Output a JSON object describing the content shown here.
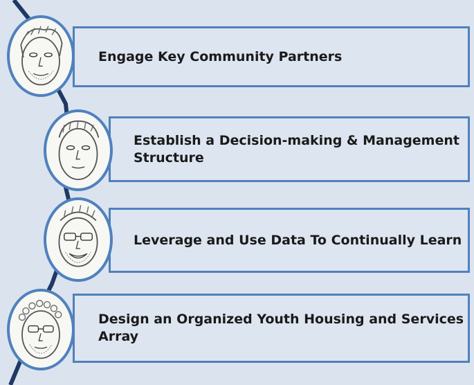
{
  "steps": [
    {
      "label": "Engage Key Community Partners",
      "icon": "portrait-sketch-icon"
    },
    {
      "label": "Establish a Decision-making & Management Structure",
      "icon": "portrait-sketch-icon"
    },
    {
      "label": "Leverage and Use Data To Continually Learn",
      "icon": "portrait-sketch-icon"
    },
    {
      "label": "Design an Organized Youth Housing and Services Array",
      "icon": "portrait-sketch-icon"
    }
  ],
  "colors": {
    "background": "#dbe3ee",
    "box_fill": "#dde5f0",
    "accent": "#4f81bd",
    "connector": "#1f3864",
    "text": "#1a1a1a"
  }
}
